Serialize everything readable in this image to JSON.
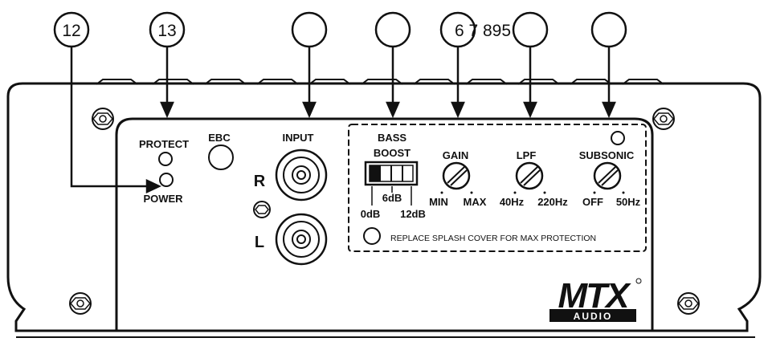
{
  "callouts": {
    "c12": "12",
    "c13": "13",
    "c_input": "",
    "c_bass": "",
    "c_gain": "",
    "c_lpf": "",
    "c_subsonic": "",
    "top_numbers": "6 7 895"
  },
  "leds": {
    "protect": "PROTECT",
    "power": "POWER"
  },
  "ebc": "EBC",
  "input": {
    "label": "INPUT",
    "right": "R",
    "left": "L"
  },
  "bass_boost": {
    "title_line1": "BASS",
    "title_line2": "BOOST",
    "mid": "6dB",
    "low": "0dB",
    "high": "12dB"
  },
  "gain": {
    "label": "GAIN",
    "min": "MIN",
    "max": "MAX"
  },
  "lpf": {
    "label": "LPF",
    "min": "40Hz",
    "max": "220Hz"
  },
  "subsonic": {
    "label": "SUBSONIC",
    "min": "OFF",
    "max": "50Hz"
  },
  "splash_note": "REPLACE SPLASH COVER FOR MAX PROTECTION",
  "logo": {
    "brand": "MTX",
    "sub": "AUDIO"
  }
}
